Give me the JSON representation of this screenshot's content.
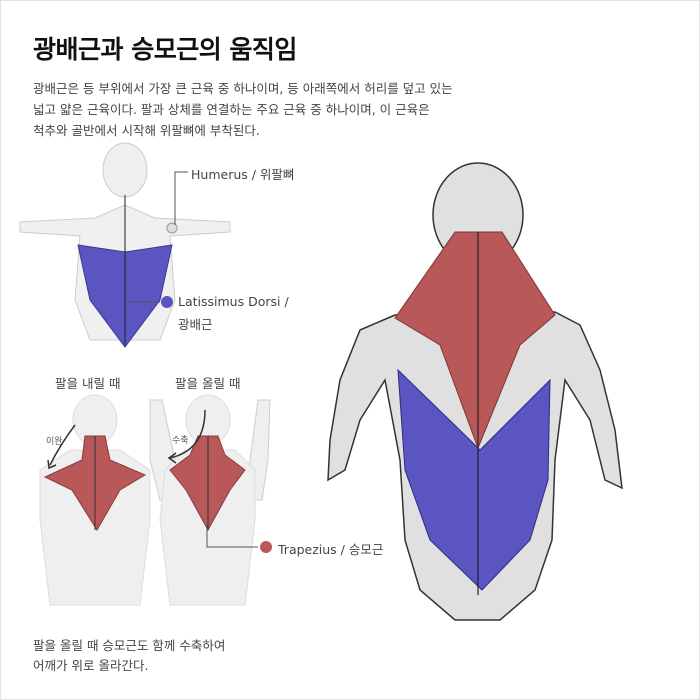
{
  "title": "광배근과 승모근의 움직임",
  "description": [
    "광배근은 등 부위에서 가장 큰 근육 중 하나이며, 등 아래쪽에서 허리를 덮고 있는",
    "넓고 얇은 근육이다. 팔과 상체를 연결하는 주요 근육 중 하나이며, 이 근육은",
    "척추와 골반에서 시작해 위팔뼈에 부착된다."
  ],
  "labels": {
    "humerus": "Humerus / 위팔뼈",
    "latissimus_line1": "Latissimus Dorsi /",
    "latissimus_line2": "광배근",
    "trapezius": "Trapezius / 승모근",
    "arm_down": "팔을 내릴 때",
    "arm_up": "팔을 올릴 때",
    "relax": "이완",
    "contract": "수축"
  },
  "note": [
    "팔을 올릴 때 승모근도 함께 수축하여",
    "어깨가 위로 올라간다."
  ],
  "colors": {
    "latissimus": "#5a55c0",
    "trapezius": "#b85858",
    "body": "#e0e0e0",
    "body_faint": "#efefef"
  }
}
